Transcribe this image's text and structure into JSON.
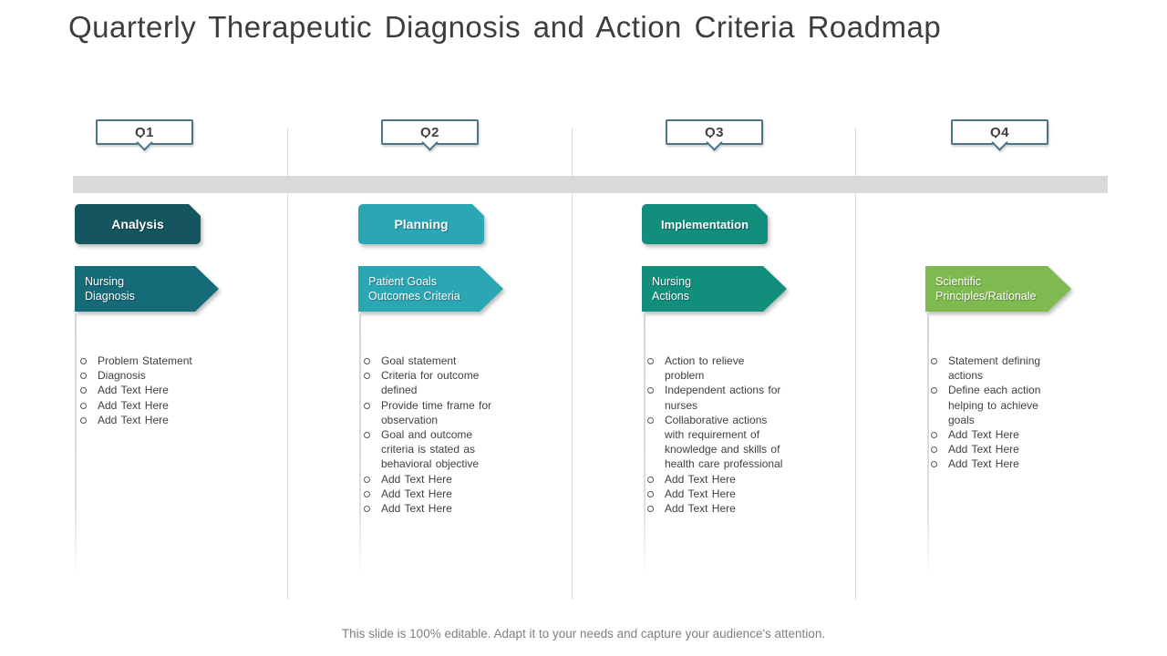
{
  "slide": {
    "title": "Quarterly Therapeutic Diagnosis and Action Criteria Roadmap",
    "footer": "This slide is 100% editable. Adapt it to your needs and capture your audience's attention."
  },
  "colors": {
    "timeline_bar": "#d9d9d9",
    "column_divider": "#d9d9d9",
    "tab_border": "#4a7489",
    "tab_text": "#404040",
    "analysis_box": "#14555f",
    "analysis_arrow": "#156b78",
    "planning": "#2ba6b4",
    "implementation": "#128e7d",
    "scientific_arrow": "#7eba50",
    "body_text": "#3f3f3f",
    "footer_text": "#7f7f7f"
  },
  "columns": [
    {
      "quarter": "Q1",
      "phase": "Analysis",
      "phase_color": "#14555f",
      "arrow_label": "Nursing Diagnosis",
      "arrow_color": "#156b78",
      "items": [
        "Problem Statement",
        "Diagnosis",
        "Add Text Here",
        "Add Text Here",
        "Add Text Here"
      ]
    },
    {
      "quarter": "Q2",
      "phase": "Planning",
      "phase_color": "#2ba6b4",
      "arrow_label": "Patient Goals Outcomes Criteria",
      "arrow_color": "#2ba6b4",
      "items": [
        "Goal statement",
        "Criteria for outcome defined",
        "Provide time frame for observation",
        "Goal and outcome criteria is stated as behavioral objective",
        "Add Text Here",
        "Add Text Here",
        "Add Text Here"
      ]
    },
    {
      "quarter": "Q3",
      "phase": "Implementation",
      "phase_color": "#128e7d",
      "arrow_label": "Nursing Actions",
      "arrow_color": "#128e7d",
      "items": [
        "Action to relieve problem",
        "Independent actions for nurses",
        "Collaborative actions with requirement of knowledge and skills of health care professional",
        "Add Text Here",
        "Add Text Here",
        "Add Text Here"
      ]
    },
    {
      "quarter": "Q4",
      "phase": null,
      "arrow_label": "Scientific Principles/Rationale",
      "arrow_color": "#7eba50",
      "items": [
        "Statement defining actions",
        "Define each action helping to achieve goals",
        "Add Text Here",
        "Add Text Here",
        "Add Text Here"
      ]
    }
  ]
}
